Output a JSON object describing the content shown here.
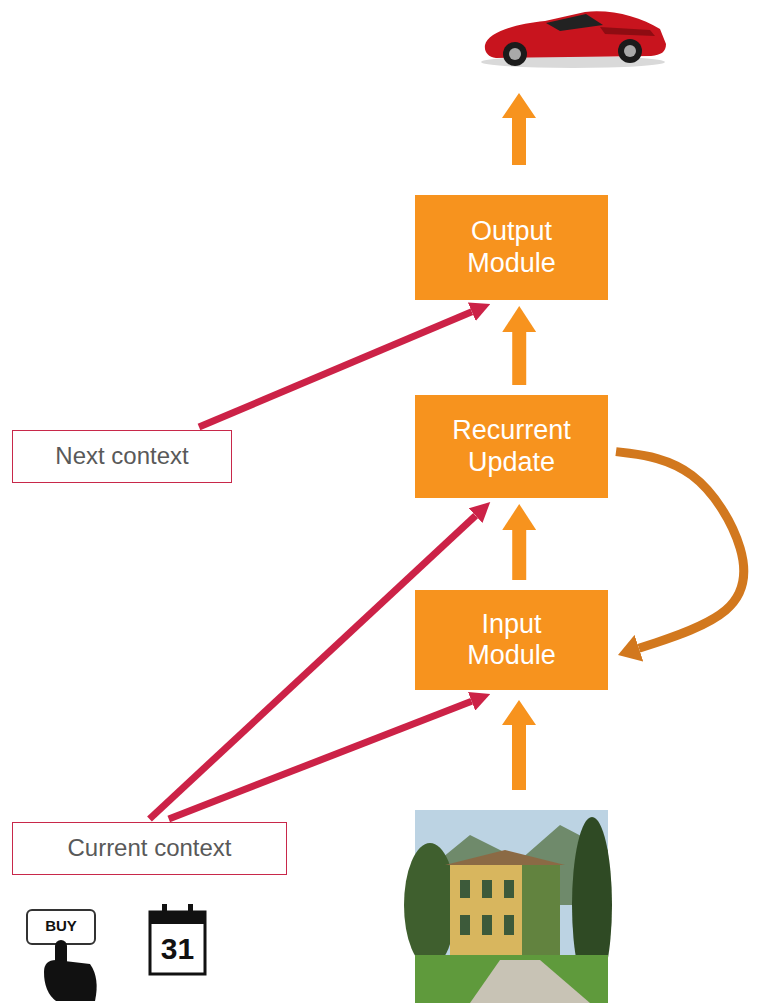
{
  "diagram": {
    "nodes": [
      {
        "text": [
          "Output Module"
        ]
      },
      {
        "text": [
          "Next context"
        ]
      },
      {
        "text": [
          "Recurrent Update"
        ]
      },
      {
        "text": [
          "Input Module"
        ]
      },
      {
        "text": [
          "Current context"
        ]
      }
    ],
    "edges": [
      {
        "from": 2,
        "to": 0,
        "arrow": "to"
      },
      {
        "from": 1,
        "to": 0,
        "arrow": "to"
      },
      {
        "from": 3,
        "to": 2,
        "arrow": "to"
      },
      {
        "from": 2,
        "to": 3,
        "arrow": "to"
      },
      {
        "from": 4,
        "to": 2,
        "arrow": "to"
      },
      {
        "from": 4,
        "to": 3,
        "arrow": "to"
      }
    ],
    "labels": [
      "BUY",
      "31"
    ]
  }
}
